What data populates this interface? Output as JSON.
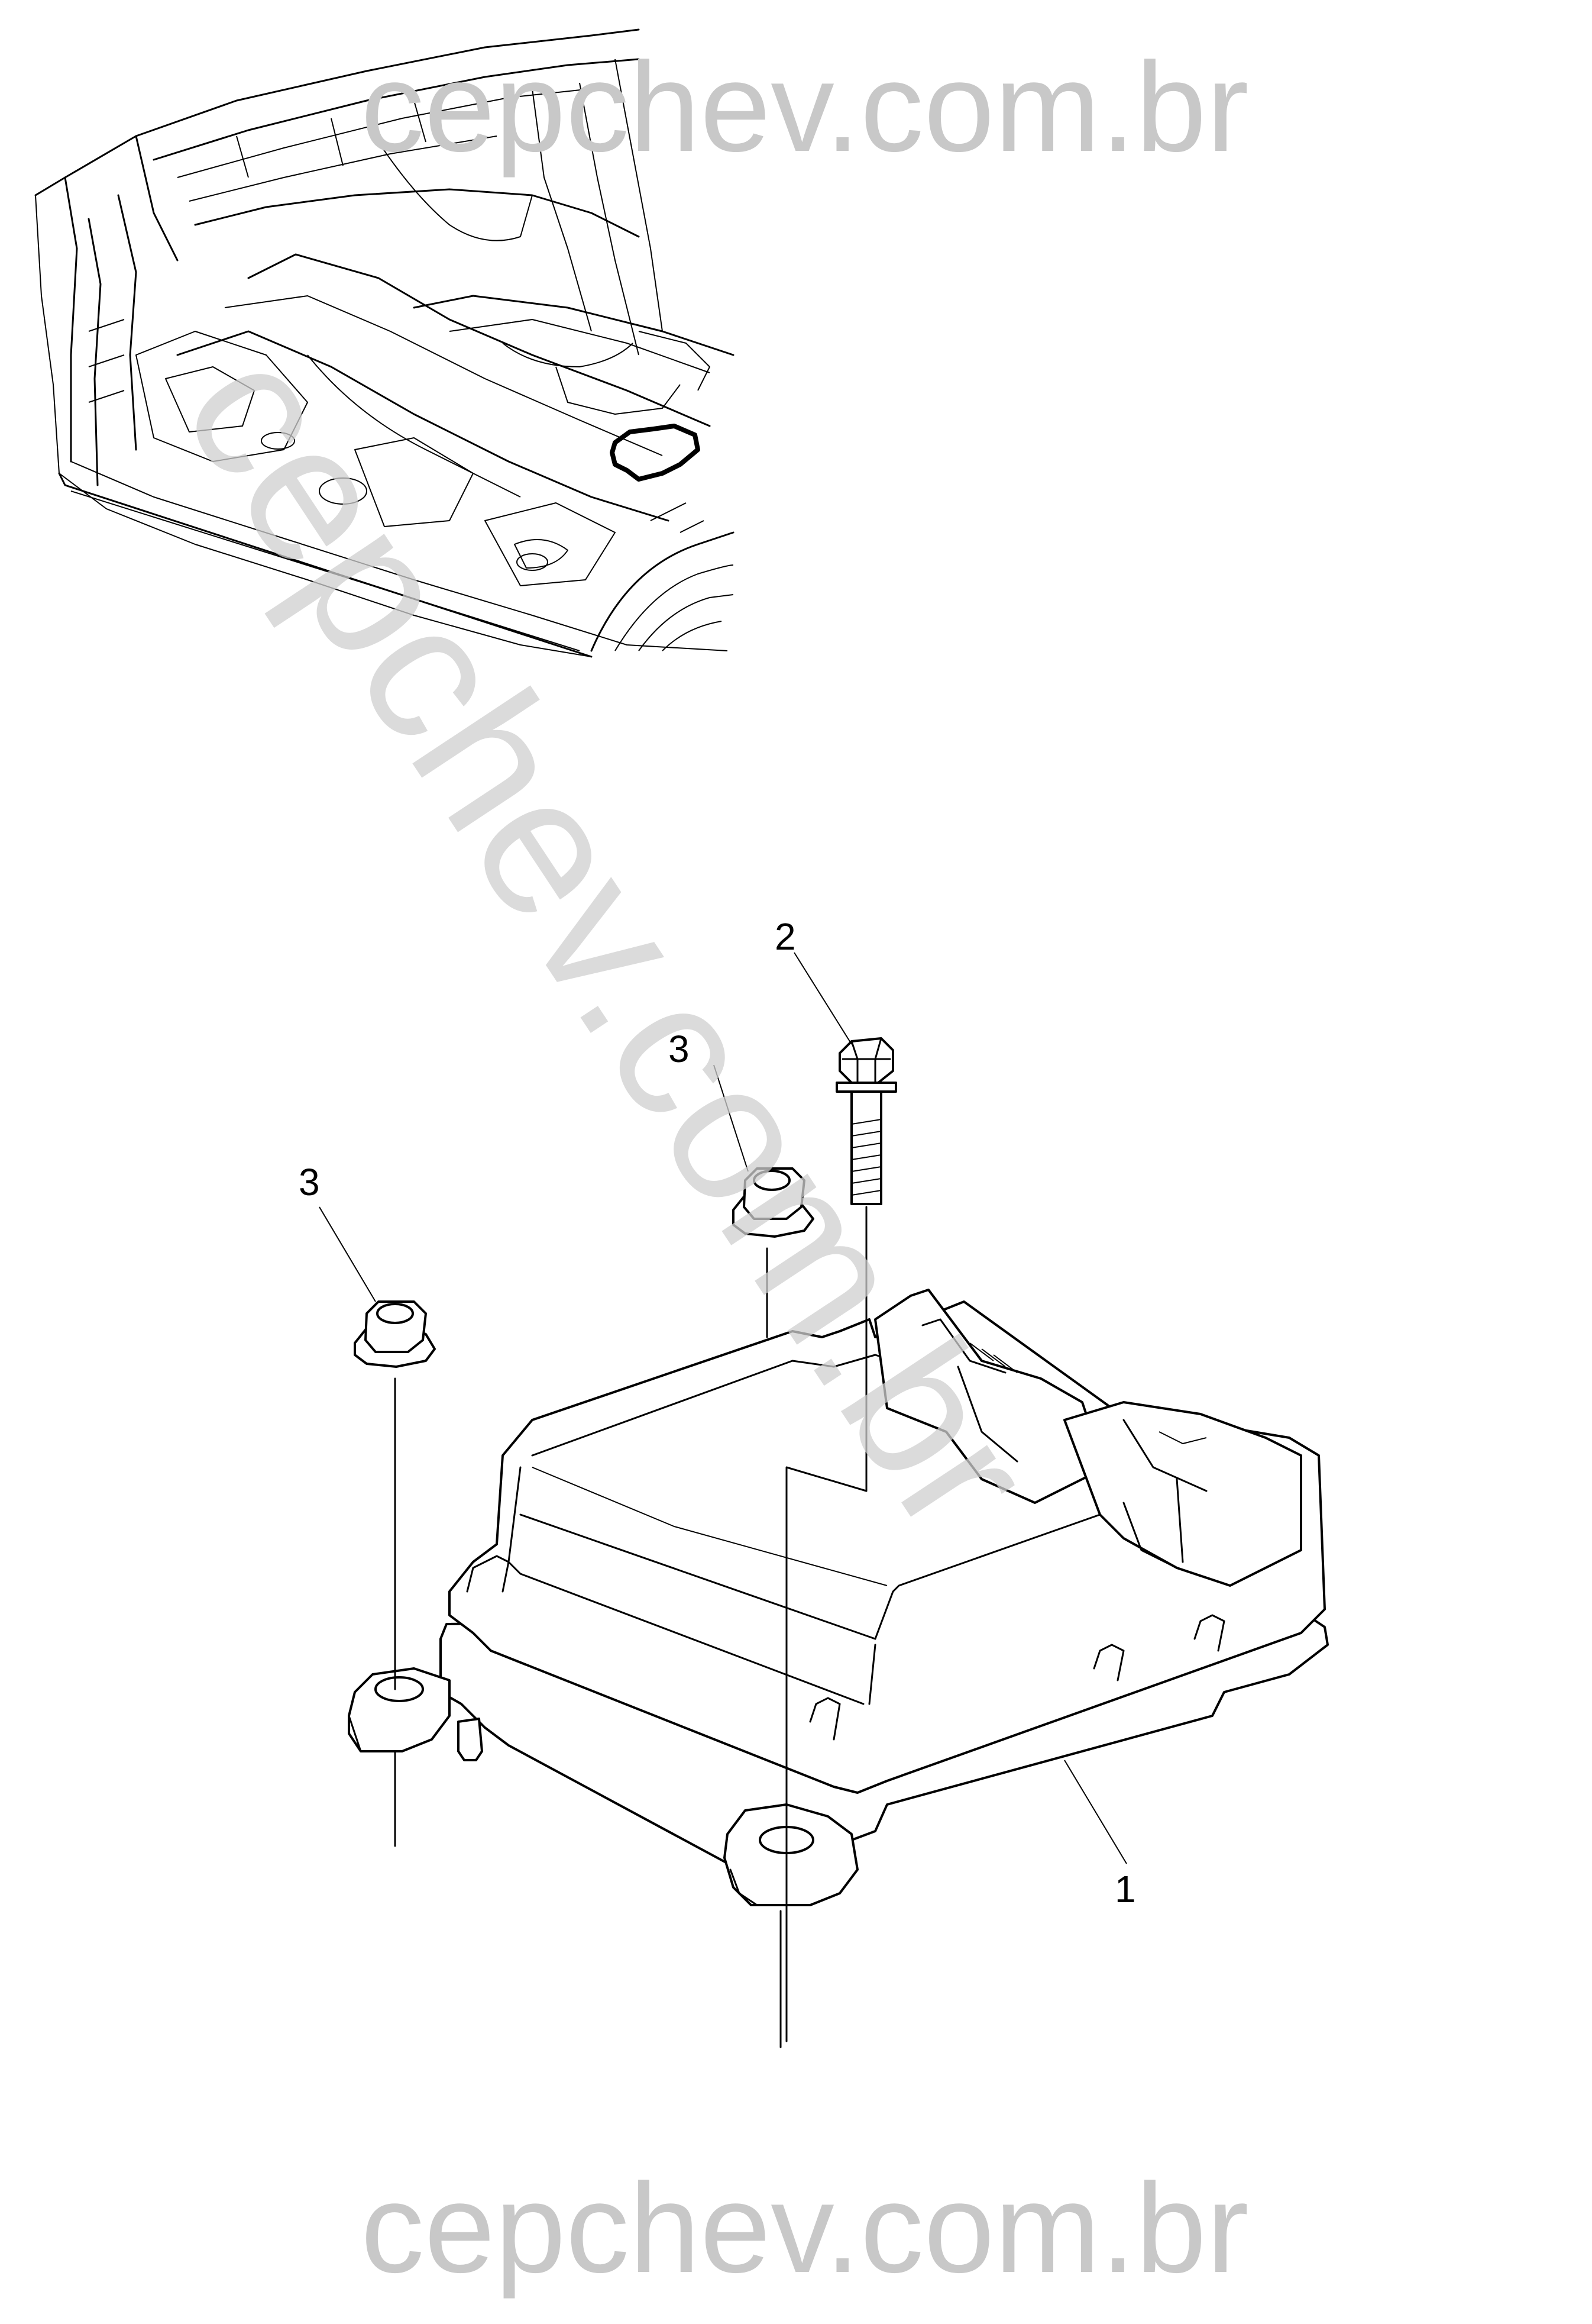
{
  "diagram": {
    "callouts": {
      "module": "1",
      "bolt": "2",
      "nut_upper": "3",
      "nut_left": "3"
    },
    "watermarks": {
      "top": "cepchev.com.br",
      "diagonal": "cepchev.com.br",
      "bottom": "cepchev.com.br"
    },
    "colors": {
      "line": "#000000",
      "background": "#ffffff",
      "watermark": "#c8c8c8"
    }
  }
}
